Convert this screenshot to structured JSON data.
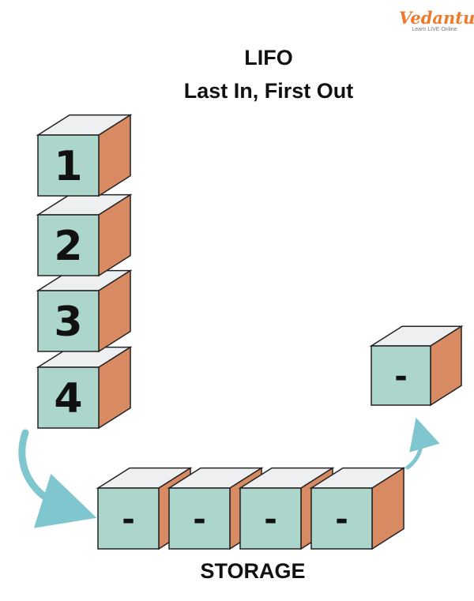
{
  "logo": {
    "brand": "Vedantu",
    "tagline": "Learn LIVE Online"
  },
  "title": {
    "line1": "LIFO",
    "line2": "Last In, First Out"
  },
  "stack": [
    "1",
    "2",
    "3",
    "4"
  ],
  "storage": {
    "label": "STORAGE",
    "slots": [
      "-",
      "-",
      "-",
      "-"
    ]
  },
  "output": {
    "slot": "-"
  },
  "colors": {
    "front": "#acd5cb",
    "side": "#d88a62",
    "top": "#eeeff1",
    "arrow": "#7fc6cf",
    "brand": "#ef7a2a"
  }
}
